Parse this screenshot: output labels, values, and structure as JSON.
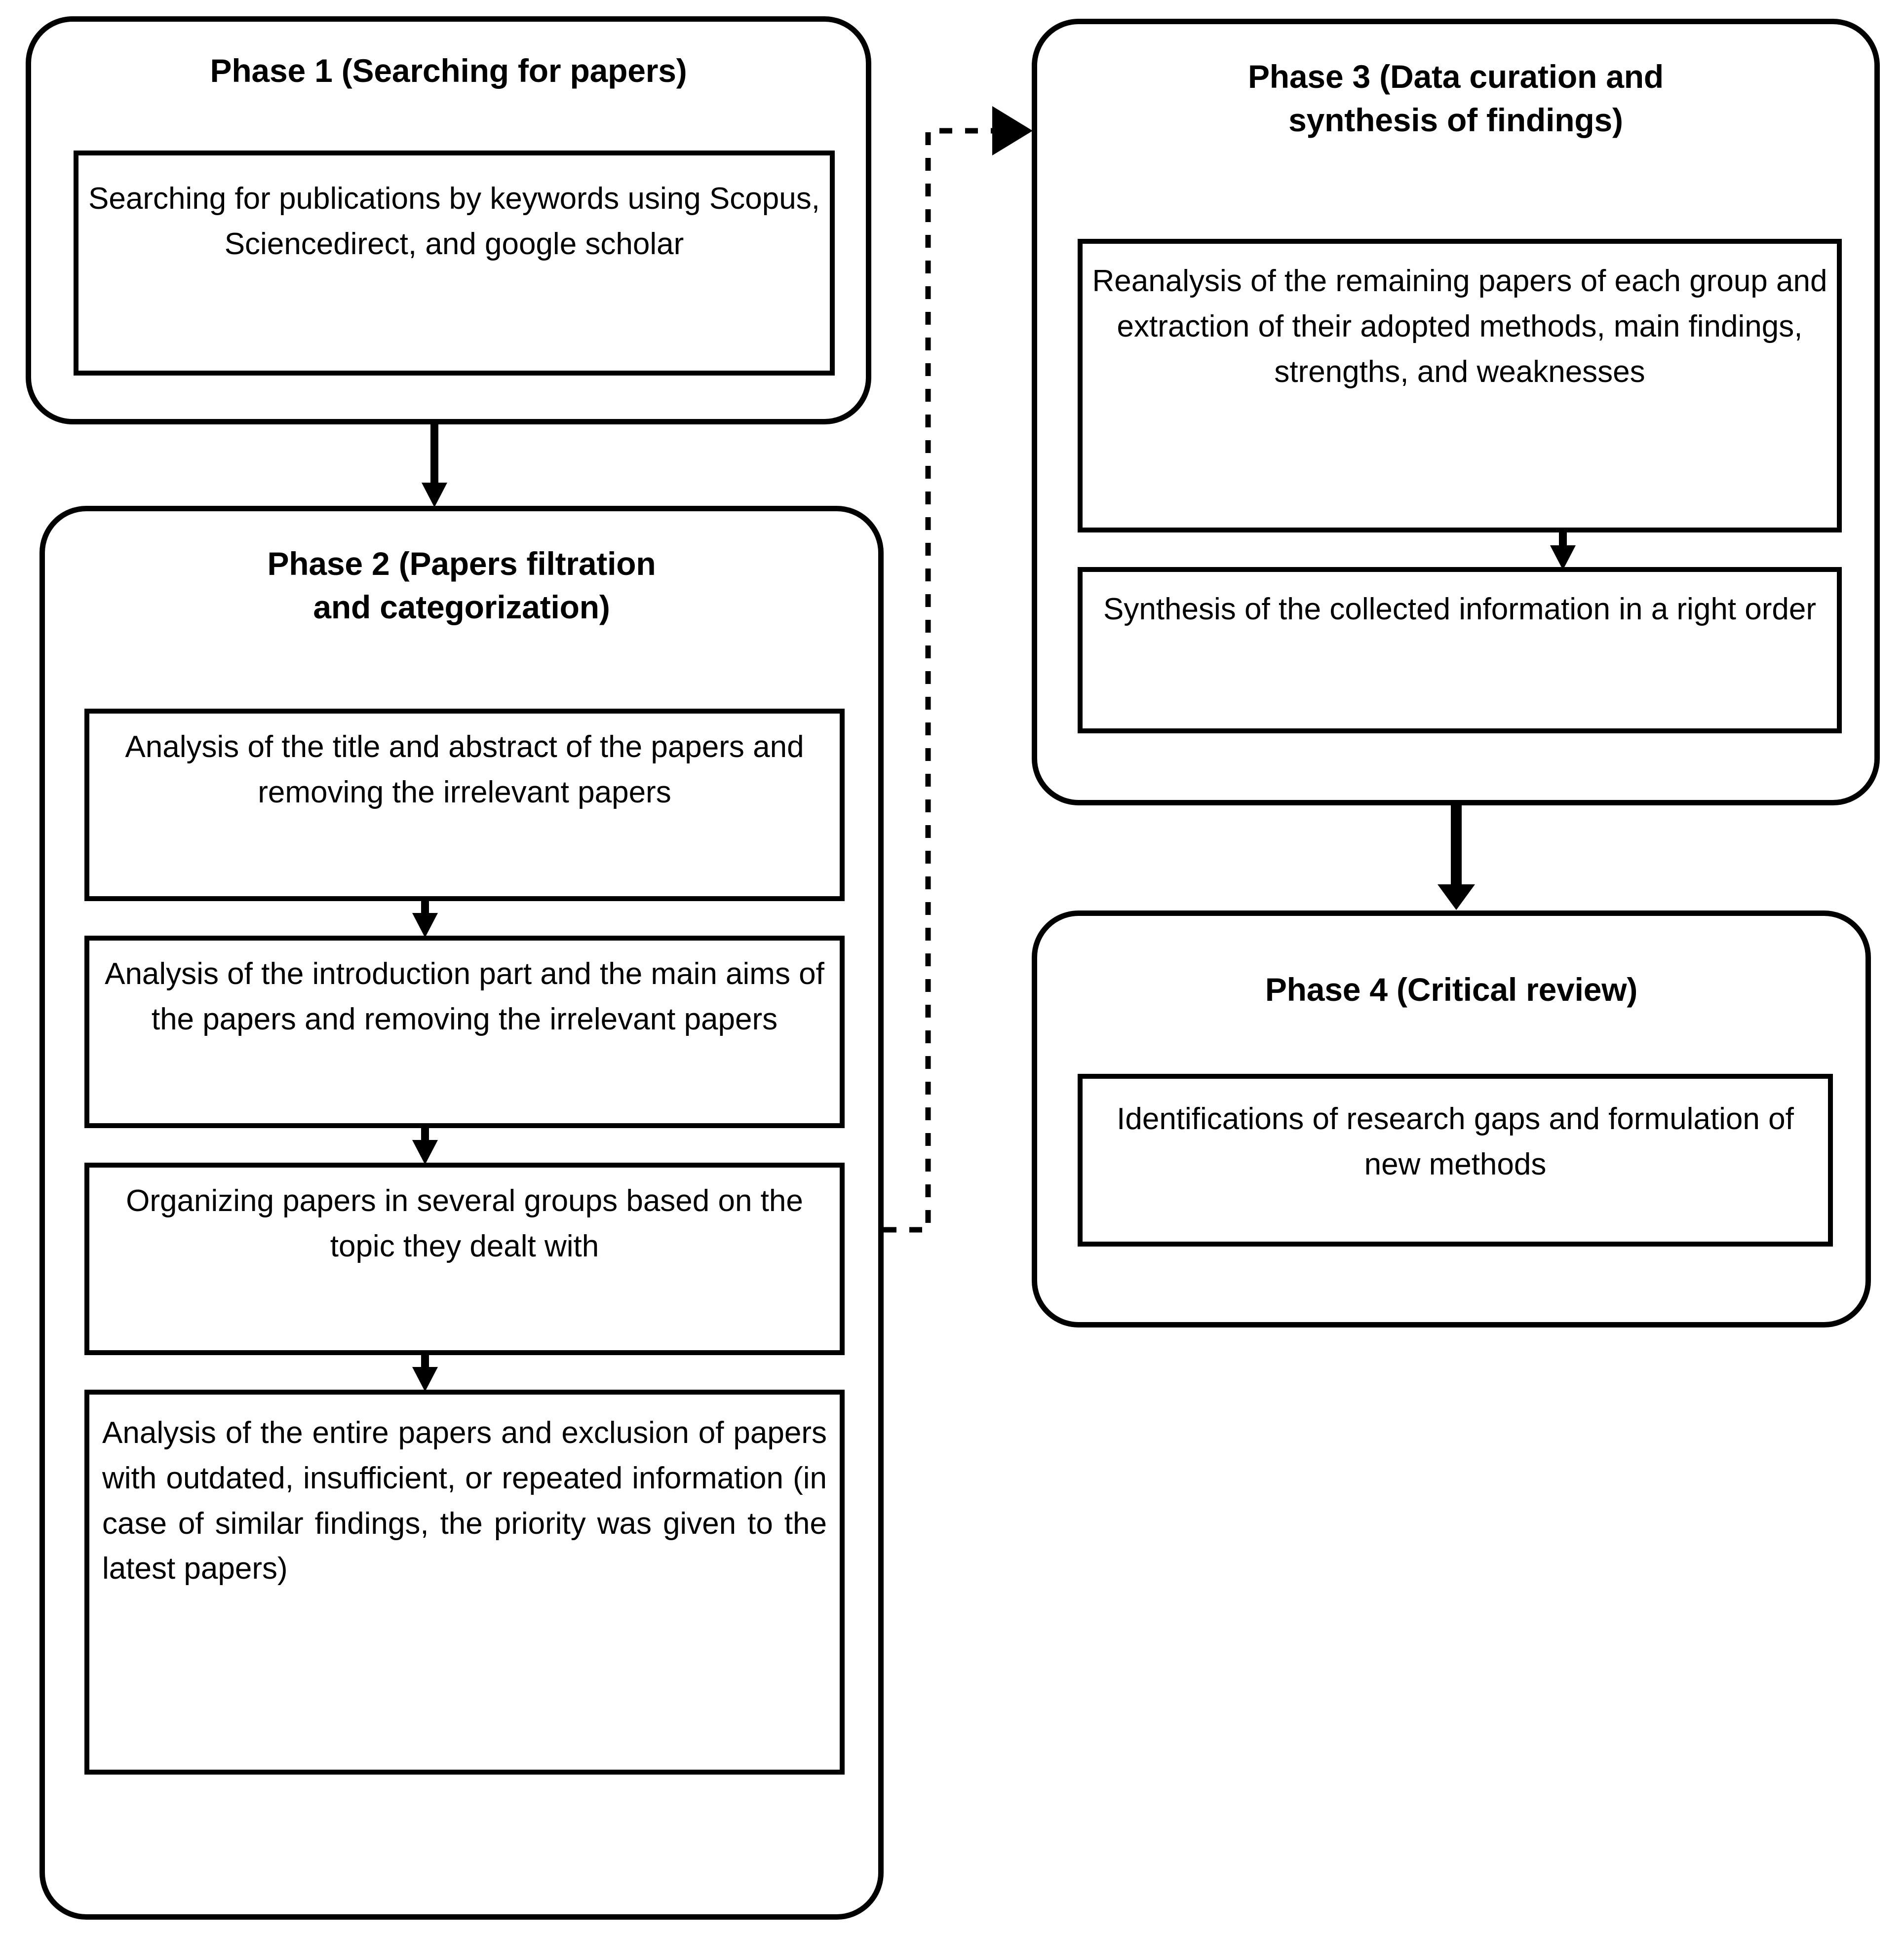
{
  "diagram": {
    "title": "Review methodology phases flowchart",
    "line_color": "#000000",
    "background_color": "#ffffff"
  },
  "phases": [
    {
      "id": "phase-1",
      "title": "Phase 1 (Searching for papers)",
      "steps": [
        {
          "text": "Searching for publications by keywords using Scopus, Sciencedirect, and google scholar"
        }
      ]
    },
    {
      "id": "phase-2",
      "title_line1": "Phase 2 (Papers filtration",
      "title_line2": "and categorization)",
      "steps": [
        {
          "text": "Analysis of the title and abstract of the papers and removing the irrelevant papers"
        },
        {
          "text": "Analysis of the introduction part and the main aims of the papers and removing the irrelevant papers"
        },
        {
          "text": "Organizing papers in several groups based on the topic they dealt with"
        },
        {
          "text": "Analysis of the entire papers and exclusion of papers with outdated, insufficient, or repeated information (in case of similar findings, the priority was given to the latest papers)"
        }
      ]
    },
    {
      "id": "phase-3",
      "title_line1": "Phase 3 (Data curation and",
      "title_line2": "synthesis of findings)",
      "steps": [
        {
          "text": "Reanalysis of the remaining papers of each group and extraction of their adopted methods, main findings, strengths, and weaknesses"
        },
        {
          "text": "Synthesis of the collected information in a right order"
        }
      ]
    },
    {
      "id": "phase-4",
      "title": "Phase 4 (Critical review)",
      "steps": [
        {
          "text": "Identifications of research gaps and formulation of new methods"
        }
      ]
    }
  ],
  "connectors": [
    {
      "id": "phase1-to-phase2",
      "style": "solid",
      "direction": "down"
    },
    {
      "id": "p2-step1-to-step2",
      "style": "solid",
      "direction": "down"
    },
    {
      "id": "p2-step2-to-step3",
      "style": "solid",
      "direction": "down"
    },
    {
      "id": "p2-step3-to-step4",
      "style": "solid",
      "direction": "down"
    },
    {
      "id": "phase2-to-phase3",
      "style": "dotted",
      "direction": "right-up-right"
    },
    {
      "id": "p3-step1-to-step2",
      "style": "solid",
      "direction": "down"
    },
    {
      "id": "phase3-to-phase4",
      "style": "solid",
      "direction": "down"
    }
  ]
}
